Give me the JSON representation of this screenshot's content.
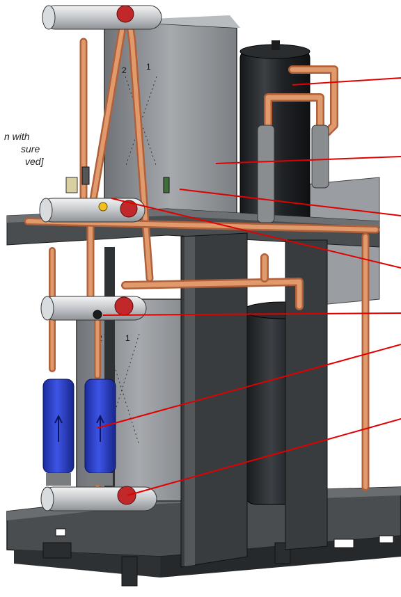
{
  "caption": {
    "lines": [
      "n with",
      "sure",
      "ved]"
    ]
  },
  "colors": {
    "copper": "#d9875a",
    "copper_dark": "#a85a34",
    "frame": "#3a3d40",
    "panel": "#8b8e91",
    "tank": "#1f2225",
    "filter": "#2a3fcf",
    "valve": "#c0282a",
    "leader": "#e00000",
    "pipe_steel": "#c8cbcf"
  },
  "icons": {
    "filter_arrow": "arrow-up-icon"
  }
}
